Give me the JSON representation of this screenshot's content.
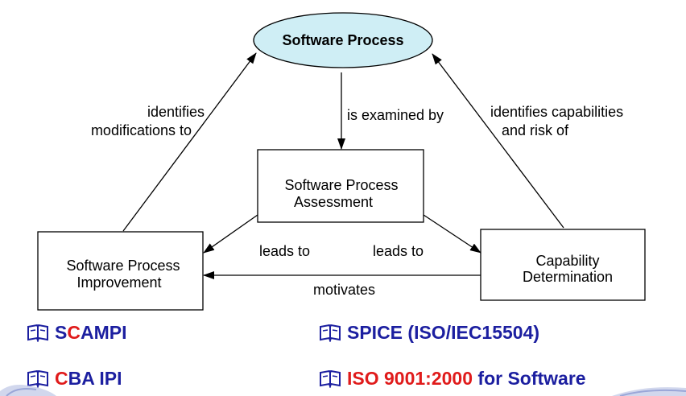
{
  "nodes": {
    "software_process": "Software Process",
    "assessment": [
      "Software Process",
      "Assessment"
    ],
    "improvement": [
      "Software Process",
      "Improvement"
    ],
    "capability": [
      "Capability",
      "Determination"
    ]
  },
  "edges": {
    "identifies_modifications": [
      "identifies",
      "modifications to"
    ],
    "is_examined_by": "is examined by",
    "identifies_capabilities": [
      "identifies capabilities",
      "and risk of"
    ],
    "leads_to_left": "leads to",
    "leads_to_right": "leads to",
    "motivates": "motivates"
  },
  "bullets": {
    "scampi": {
      "s": "S",
      "c": "C",
      "rest": "AMPI"
    },
    "cba": {
      "c": "C",
      "rest": "BA IPI"
    },
    "spice": "SPICE (ISO/IEC15504)",
    "iso": {
      "red": "ISO 9001:2000",
      "blue": " for Software"
    }
  },
  "colors": {
    "ellipse_fill": "#cfeef5",
    "blue_text": "#1c1fa0",
    "red_text": "#e01b1b"
  },
  "icons": {
    "bullet": "book-icon"
  }
}
